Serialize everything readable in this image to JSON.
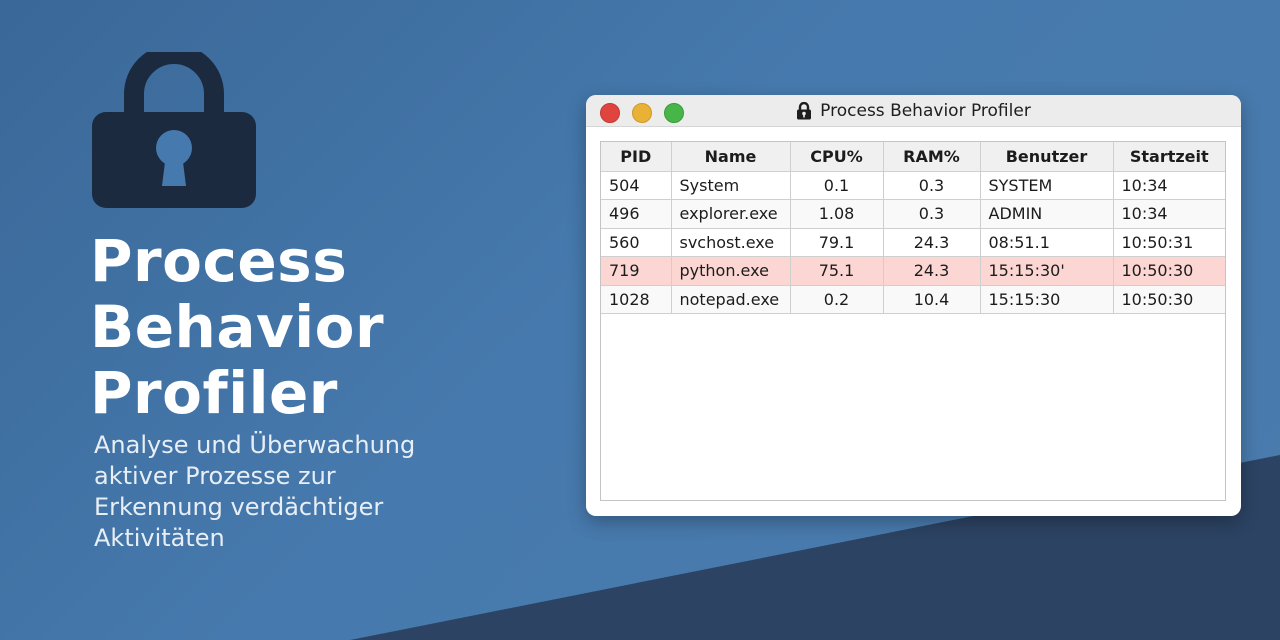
{
  "hero": {
    "title_lines": [
      "Process",
      "Behavior",
      "Profiler"
    ],
    "subtitle_lines": [
      "Analyse und Überwachung",
      "aktiver Prozesse zur",
      "Erkennung verdächtiger",
      "Aktivitäten"
    ]
  },
  "window": {
    "title": "Process Behavior Profiler",
    "table": {
      "headers": [
        "PID",
        "Name",
        "CPU%",
        "RAM%",
        "Benutzer",
        "Startzeit"
      ],
      "rows": [
        [
          "504",
          "System",
          "0.1",
          "0.3",
          "SYSTEM",
          "10:34"
        ],
        [
          "496",
          "explorer.exe",
          "1.08",
          "0.3",
          "ADMIN",
          "10:34"
        ],
        [
          "560",
          "svchost.exe",
          "79.1",
          "24.3",
          "08:51.1",
          "10:50:31"
        ],
        [
          "719",
          "python.exe",
          "75.1",
          "24.3",
          "15:15:30'",
          "10:50:30"
        ],
        [
          "1028",
          "notepad.exe",
          "0.2",
          "10.4",
          "15:15:30",
          "10:50:30"
        ]
      ],
      "highlighted_row_index": 3
    }
  },
  "colors": {
    "background": "#4679ad",
    "background_dark": "#2c4363",
    "lock": "#1b2a3f",
    "highlight_row": "#fcd6d2"
  },
  "icons": {
    "hero_icon": "padlock-icon",
    "title_icon": "padlock-icon"
  }
}
